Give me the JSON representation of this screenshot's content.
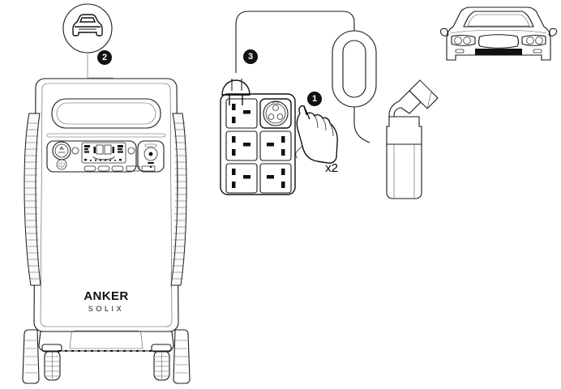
{
  "document": {
    "type": "instruction-diagram",
    "title": "Portable Power Station EV Charging Setup",
    "background_color": "#ffffff",
    "line_color": "#1a1a1a",
    "marker_color": "#111111"
  },
  "callouts": [
    {
      "id": "1",
      "label": "1",
      "target": "power-strip-round-socket",
      "description": "Press the socket control button twice",
      "repeat_label": "x2"
    },
    {
      "id": "2",
      "label": "2",
      "target": "power-station-display",
      "description": "Car mode icon shown on the power station display"
    },
    {
      "id": "3",
      "label": "3",
      "target": "ev-cable-mains-plug",
      "description": "Plug the EV charging cable into the power strip"
    }
  ],
  "power_station": {
    "name": "portable-power-station",
    "brand_line_1": "ANKER",
    "brand_line_2": "SOLIX",
    "panel": {
      "name": "control-panel",
      "display_name": "lcd-display",
      "dial_name": "rotary-dial",
      "power_button_name": "power-button",
      "ports": [
        {
          "name": "dc-output-port-1",
          "type": "oval"
        },
        {
          "name": "dc-output-port-2",
          "type": "oval"
        },
        {
          "name": "dc-output-port-3",
          "type": "oval"
        },
        {
          "name": "usb-port-1",
          "type": "rectangular"
        },
        {
          "name": "usb-port-2",
          "type": "rectangular"
        }
      ]
    }
  },
  "icon_badge": {
    "name": "car-mode-icon-badge",
    "icon": "car-front-icon",
    "description": "Circular badge showing a front view car icon"
  },
  "power_strip": {
    "name": "power-strip",
    "sockets": [
      {
        "name": "socket-uk-1",
        "type": "uk-bs1363",
        "position": "top-left"
      },
      {
        "name": "socket-round-3pin",
        "type": "round-3-pin",
        "position": "top-right"
      },
      {
        "name": "socket-uk-2",
        "type": "uk-bs1363",
        "position": "middle-left"
      },
      {
        "name": "socket-uk-3",
        "type": "uk-bs1363",
        "position": "middle-right"
      },
      {
        "name": "socket-uk-4",
        "type": "uk-bs1363",
        "position": "bottom-left"
      },
      {
        "name": "socket-uk-5",
        "type": "uk-bs1363",
        "position": "bottom-right"
      }
    ]
  },
  "hand": {
    "name": "pointing-hand-icon",
    "gesture": "index-finger-press",
    "repeat_label": "x2"
  },
  "ev_cable": {
    "name": "ev-charging-cable",
    "mains_plug_name": "mains-plug",
    "control_box_name": "in-cable-control-box",
    "connector_name": "ev-connector-gun",
    "cable_name": "cable-run"
  },
  "car": {
    "name": "car-front-illustration",
    "description": "Front view line drawing of an electric car"
  }
}
